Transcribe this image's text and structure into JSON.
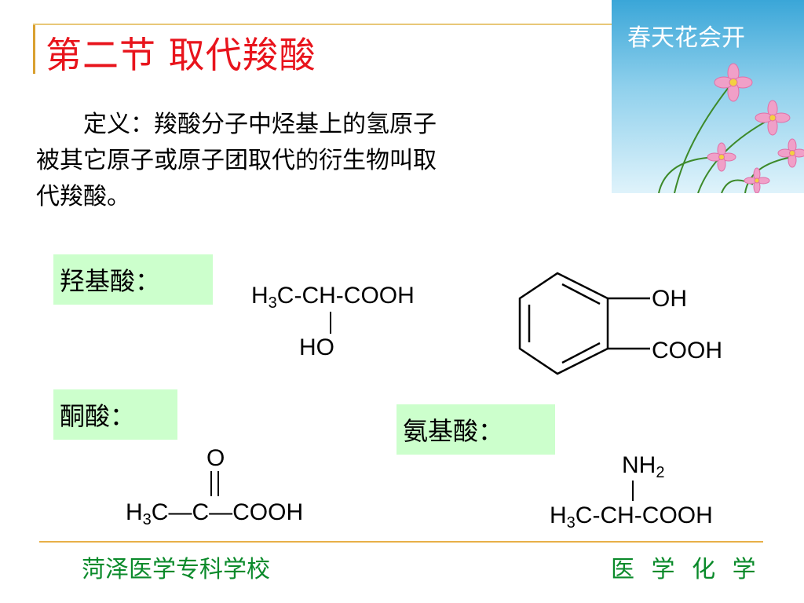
{
  "slide": {
    "title": "第二节  取代羧酸",
    "image_caption": "春天花会开",
    "definition_lines": [
      "　　定义：羧酸分子中烃基上的氢原子",
      "被其它原子或原子团取代的衍生物叫取",
      "代羧酸。"
    ],
    "labels": {
      "hydroxy_acid": "羟基酸：",
      "keto_acid": "酮酸：",
      "amino_acid": "氨基酸："
    },
    "structures": {
      "lactic_main": "H3C-CH-COOH",
      "lactic_sub": "HO",
      "salicylic_oh": "OH",
      "salicylic_cooh": "COOH",
      "pyruvic_o": "O",
      "pyruvic_main": "H3C—C—COOH",
      "alanine_top": "NH2",
      "alanine_main": "H3C-CH-COOH"
    },
    "footer": {
      "school": "菏泽医学专科学校",
      "subject": "医 学 化 学"
    }
  },
  "colors": {
    "title": "#e8141c",
    "label_bg": "#ccffcc",
    "footer_text": "#0a8a2a",
    "rule": "#e8b048"
  }
}
